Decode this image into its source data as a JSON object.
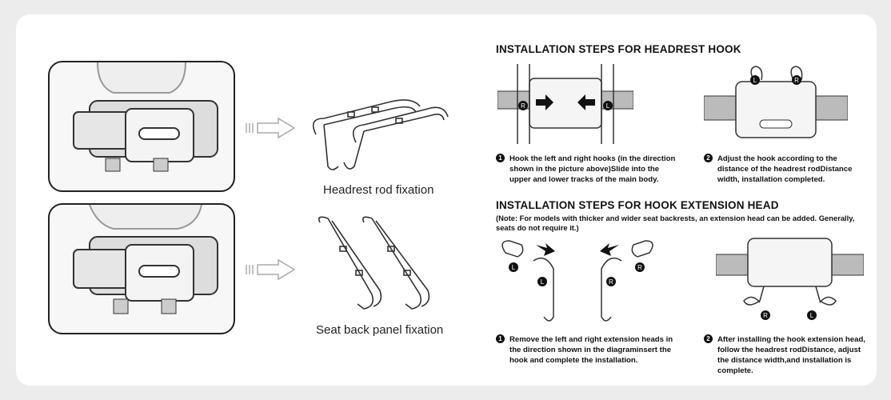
{
  "left": {
    "caption_headrest": "Headrest rod fixation",
    "caption_seatback": "Seat back panel fixation"
  },
  "section1": {
    "title": "INSTALLATION STEPS FOR HEADREST HOOK",
    "step1_num": "1",
    "step1_text": "Hook the left and right hooks (in the direction shown in the picture above)Slide into the upper and lower tracks of the main body.",
    "step2_num": "2",
    "step2_text": "Adjust the hook according to the distance of the headrest rodDistance width, installation completed."
  },
  "section2": {
    "title": "INSTALLATION STEPS FOR HOOK EXTENSION HEAD",
    "note": "(Note: For models with thicker and wider seat backrests, an extension head can be added. Generally, seats do not require it.)",
    "step1_num": "1",
    "step1_text": "Remove the left and right extension heads in the direction shown in the diagraminsert the hook and complete the installation.",
    "step2_num": "2",
    "step2_text": "After installing the hook extension head, follow the headrest rodDistance, adjust the distance width,and installation is complete."
  },
  "labels": {
    "left": "L",
    "right": "R"
  }
}
